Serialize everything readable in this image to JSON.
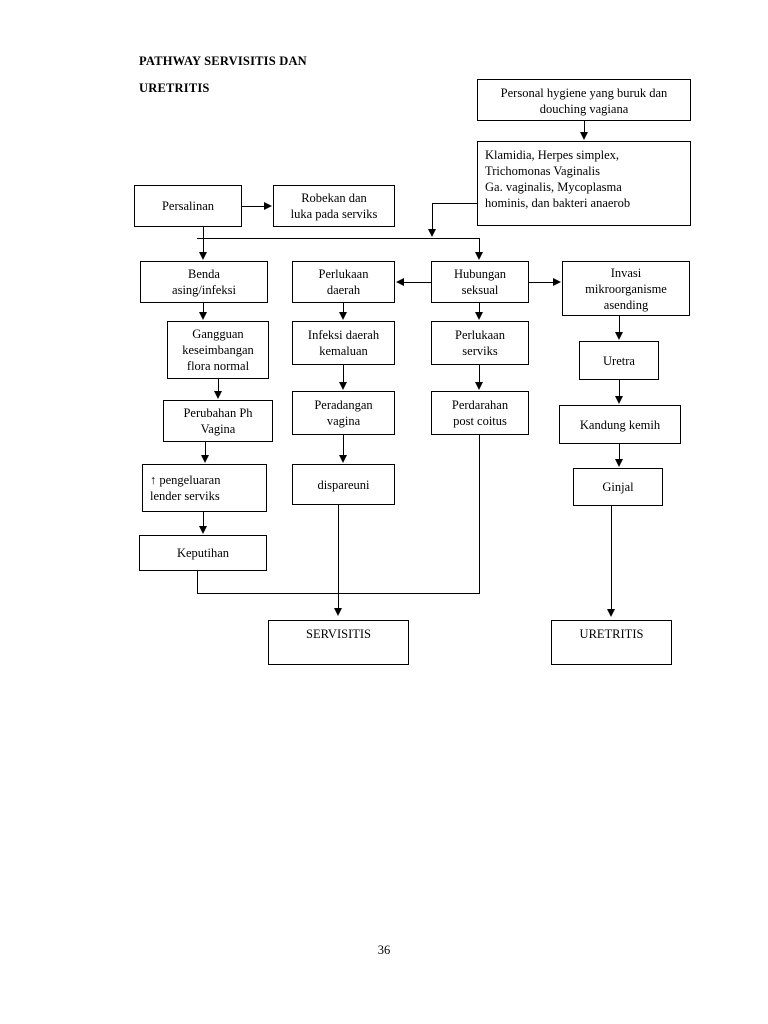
{
  "document": {
    "title_line1": "PATHWAY SERVISITIS DAN",
    "title_line2": "URETRITIS",
    "page_number": "36"
  },
  "chart_data": {
    "type": "diagram",
    "title": "PATHWAY SERVISITIS DAN URETRITIS",
    "layout": "top-down flowchart",
    "nodes": [
      {
        "id": "hygiene",
        "label": "Personal hygiene yang buruk dan\ndouching vagiana"
      },
      {
        "id": "pathogens",
        "label": "Klamidia, Herpes simplex,\nTrichomonas Vaginalis\nGa. vaginalis, Mycoplasma\nhominis, dan bakteri anaerob"
      },
      {
        "id": "persalinan",
        "label": "Persalinan"
      },
      {
        "id": "robekan",
        "label": "Robekan dan\nluka pada serviks"
      },
      {
        "id": "benda",
        "label": "Benda\nasing/infeksi"
      },
      {
        "id": "perlukaan_daerah",
        "label": "Perlukaan\ndaerah"
      },
      {
        "id": "hubungan",
        "label": "Hubungan\nseksual"
      },
      {
        "id": "invasi",
        "label": "Invasi\nmikroorganisme\nasending"
      },
      {
        "id": "gangguan",
        "label": "Gangguan\nkeseimbangan\nflora normal"
      },
      {
        "id": "infeksi_kemaluan",
        "label": "Infeksi daerah\nkemaluan"
      },
      {
        "id": "perlukaan_serviks",
        "label": "Perlukaan\nserviks"
      },
      {
        "id": "uretra",
        "label": "Uretra"
      },
      {
        "id": "perubahan_ph",
        "label": "Perubahan Ph\nVagina"
      },
      {
        "id": "peradangan",
        "label": "Peradangan\nvagina"
      },
      {
        "id": "perdarahan",
        "label": "Perdarahan\npost coitus"
      },
      {
        "id": "kandung",
        "label": "Kandung kemih"
      },
      {
        "id": "pengeluaran",
        "label": "↑ pengeluaran\nlender serviks"
      },
      {
        "id": "dispareuni",
        "label": "dispareuni"
      },
      {
        "id": "ginjal",
        "label": "Ginjal"
      },
      {
        "id": "keputihan",
        "label": "Keputihan"
      },
      {
        "id": "servisitis",
        "label": "SERVISITIS"
      },
      {
        "id": "uretritis",
        "label": "URETRITIS"
      }
    ],
    "edges": [
      {
        "from": "hygiene",
        "to": "pathogens"
      },
      {
        "from": "persalinan",
        "to": "robekan"
      },
      {
        "from": "pathogens",
        "to": "hubungan"
      },
      {
        "from": "robekan",
        "to": "benda"
      },
      {
        "from": "robekan",
        "to": "hubungan"
      },
      {
        "from": "hubungan",
        "to": "perlukaan_daerah"
      },
      {
        "from": "hubungan",
        "to": "invasi"
      },
      {
        "from": "hubungan",
        "to": "perlukaan_serviks"
      },
      {
        "from": "benda",
        "to": "gangguan"
      },
      {
        "from": "perlukaan_daerah",
        "to": "infeksi_kemaluan"
      },
      {
        "from": "invasi",
        "to": "uretra"
      },
      {
        "from": "gangguan",
        "to": "perubahan_ph"
      },
      {
        "from": "infeksi_kemaluan",
        "to": "peradangan"
      },
      {
        "from": "perlukaan_serviks",
        "to": "perdarahan"
      },
      {
        "from": "uretra",
        "to": "kandung"
      },
      {
        "from": "perubahan_ph",
        "to": "pengeluaran"
      },
      {
        "from": "peradangan",
        "to": "dispareuni"
      },
      {
        "from": "kandung",
        "to": "ginjal"
      },
      {
        "from": "pengeluaran",
        "to": "keputihan"
      },
      {
        "from": "keputihan",
        "to": "servisitis"
      },
      {
        "from": "dispareuni",
        "to": "servisitis"
      },
      {
        "from": "perdarahan",
        "to": "servisitis"
      },
      {
        "from": "ginjal",
        "to": "uretritis"
      }
    ],
    "colors": {
      "stroke": "#000000",
      "fill": "#ffffff",
      "text": "#000000"
    }
  }
}
